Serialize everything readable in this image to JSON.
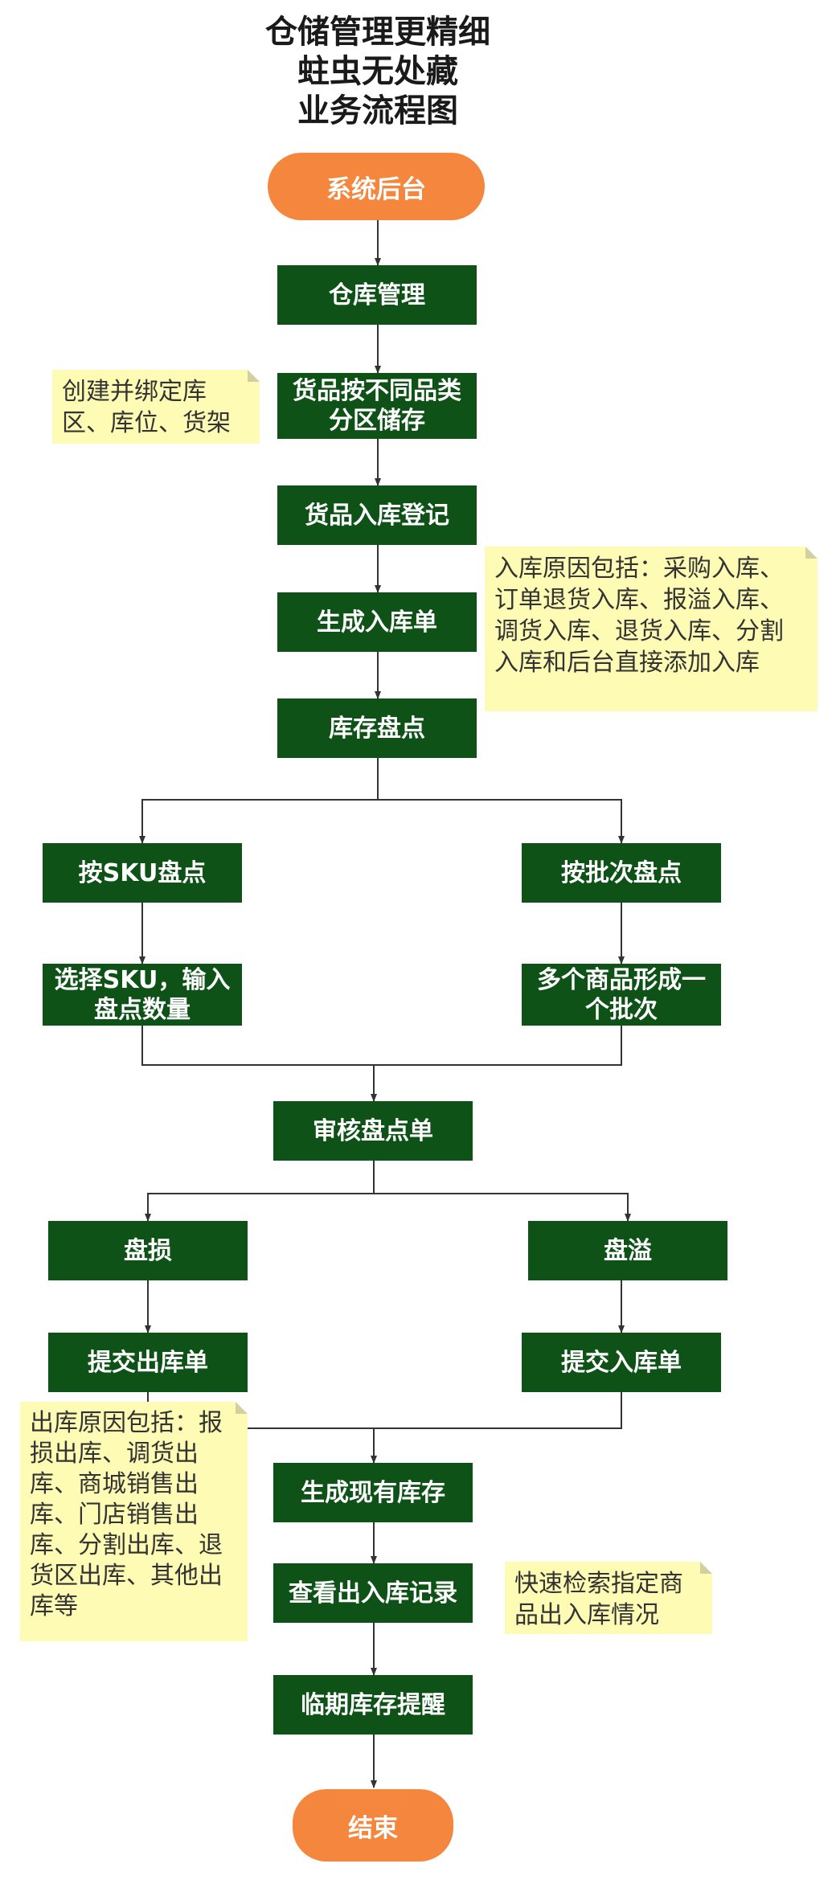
{
  "title": {
    "line1": "仓储管理更精细",
    "line2": "蛀虫无处藏",
    "line3": "业务流程图"
  },
  "nodes": {
    "start": "系统后台",
    "warehouse_mgmt": "仓库管理",
    "goods_zone_line1": "货品按不同品类",
    "goods_zone_line2": "分区储存",
    "inbound_register": "货品入库登记",
    "gen_inbound_order": "生成入库单",
    "inventory_check": "库存盘点",
    "check_by_sku": "按SKU盘点",
    "check_by_batch": "按批次盘点",
    "select_sku_line1": "选择SKU，输入",
    "select_sku_line2": "盘点数量",
    "multi_goods_line1": "多个商品形成一",
    "multi_goods_line2": "个批次",
    "review_check_order": "审核盘点单",
    "loss": "盘损",
    "overflow": "盘溢",
    "submit_outbound": "提交出库单",
    "submit_inbound": "提交入库单",
    "gen_current_stock": "生成现有库存",
    "view_records": "查看出入库记录",
    "expiry_reminder": "临期库存提醒",
    "end": "结束"
  },
  "notes": {
    "zone_note": [
      "创建并绑定库",
      "区、库位、货架"
    ],
    "inbound_note": [
      "入库原因包括：采购入库、",
      "订单退货入库、报溢入库、",
      "调货入库、退货入库、分割",
      "入库和后台直接添加入库"
    ],
    "outbound_note": [
      "出库原因包括：报",
      "损出库、调货出",
      "库、商城销售出",
      "库、门店销售出",
      "库、分割出库、退",
      "货区出库、其他出",
      "库等"
    ],
    "records_note": [
      "快速检索指定商",
      "品出入库情况"
    ]
  },
  "colors": {
    "process": "#0e5218",
    "terminal": "#f4873d",
    "note": "#fdfbb4",
    "edge": "#333333"
  }
}
